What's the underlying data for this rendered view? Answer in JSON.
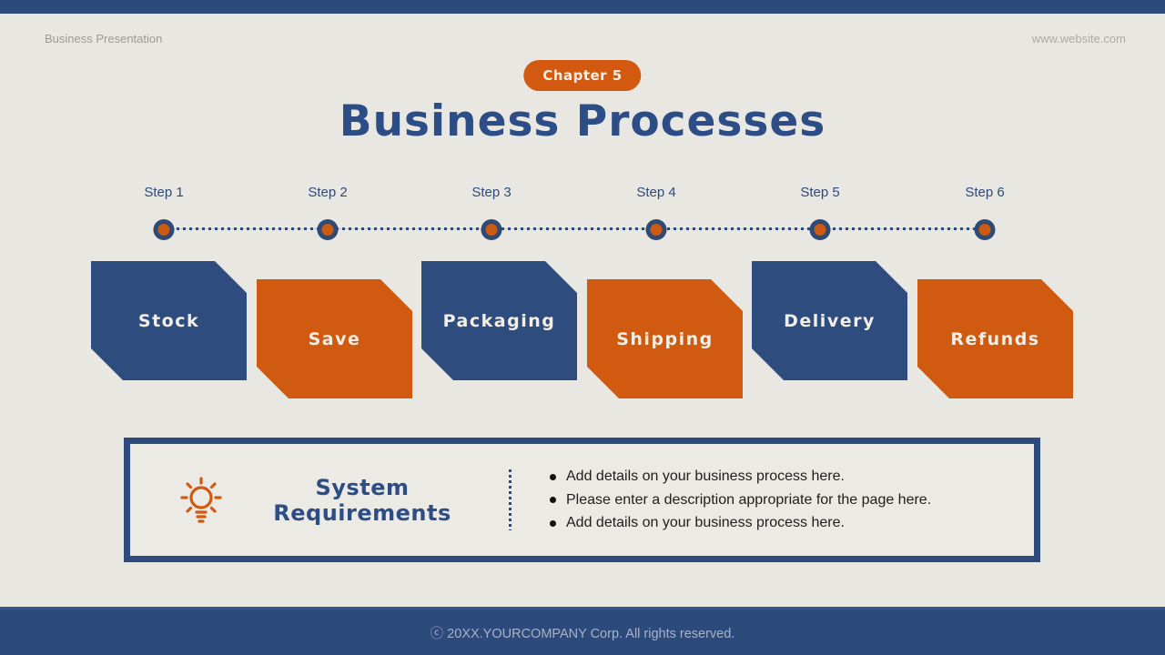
{
  "colors": {
    "navy": "#2d4a7c",
    "block_blue": "#2e4d7e",
    "orange": "#cf5a10",
    "background": "#e9e7e1",
    "title_blue": "#2d4d87"
  },
  "header": {
    "left": "Business Presentation",
    "right": "www.website.com"
  },
  "chapter_badge": "Chapter 5",
  "title": "Business Processes",
  "timeline": {
    "steps": [
      {
        "label": "Step 1"
      },
      {
        "label": "Step 2"
      },
      {
        "label": "Step 3"
      },
      {
        "label": "Step 4"
      },
      {
        "label": "Step 5"
      },
      {
        "label": "Step 6"
      }
    ]
  },
  "process_blocks": [
    {
      "label": "Stock",
      "color": "blue"
    },
    {
      "label": "Save",
      "color": "orange"
    },
    {
      "label": "Packaging",
      "color": "blue"
    },
    {
      "label": "Shipping",
      "color": "orange"
    },
    {
      "label": "Delivery",
      "color": "blue"
    },
    {
      "label": "Refunds",
      "color": "orange"
    }
  ],
  "requirements": {
    "icon": "lightbulb-icon",
    "title_line1": "System",
    "title_line2": "Requirements",
    "bullets": [
      "Add details on your business process here.",
      "Please enter a description appropriate for the page here.",
      "Add details on your business process here."
    ]
  },
  "footer": {
    "text": "ⓒ 20XX.YOURCOMPANY Corp. All rights reserved."
  }
}
